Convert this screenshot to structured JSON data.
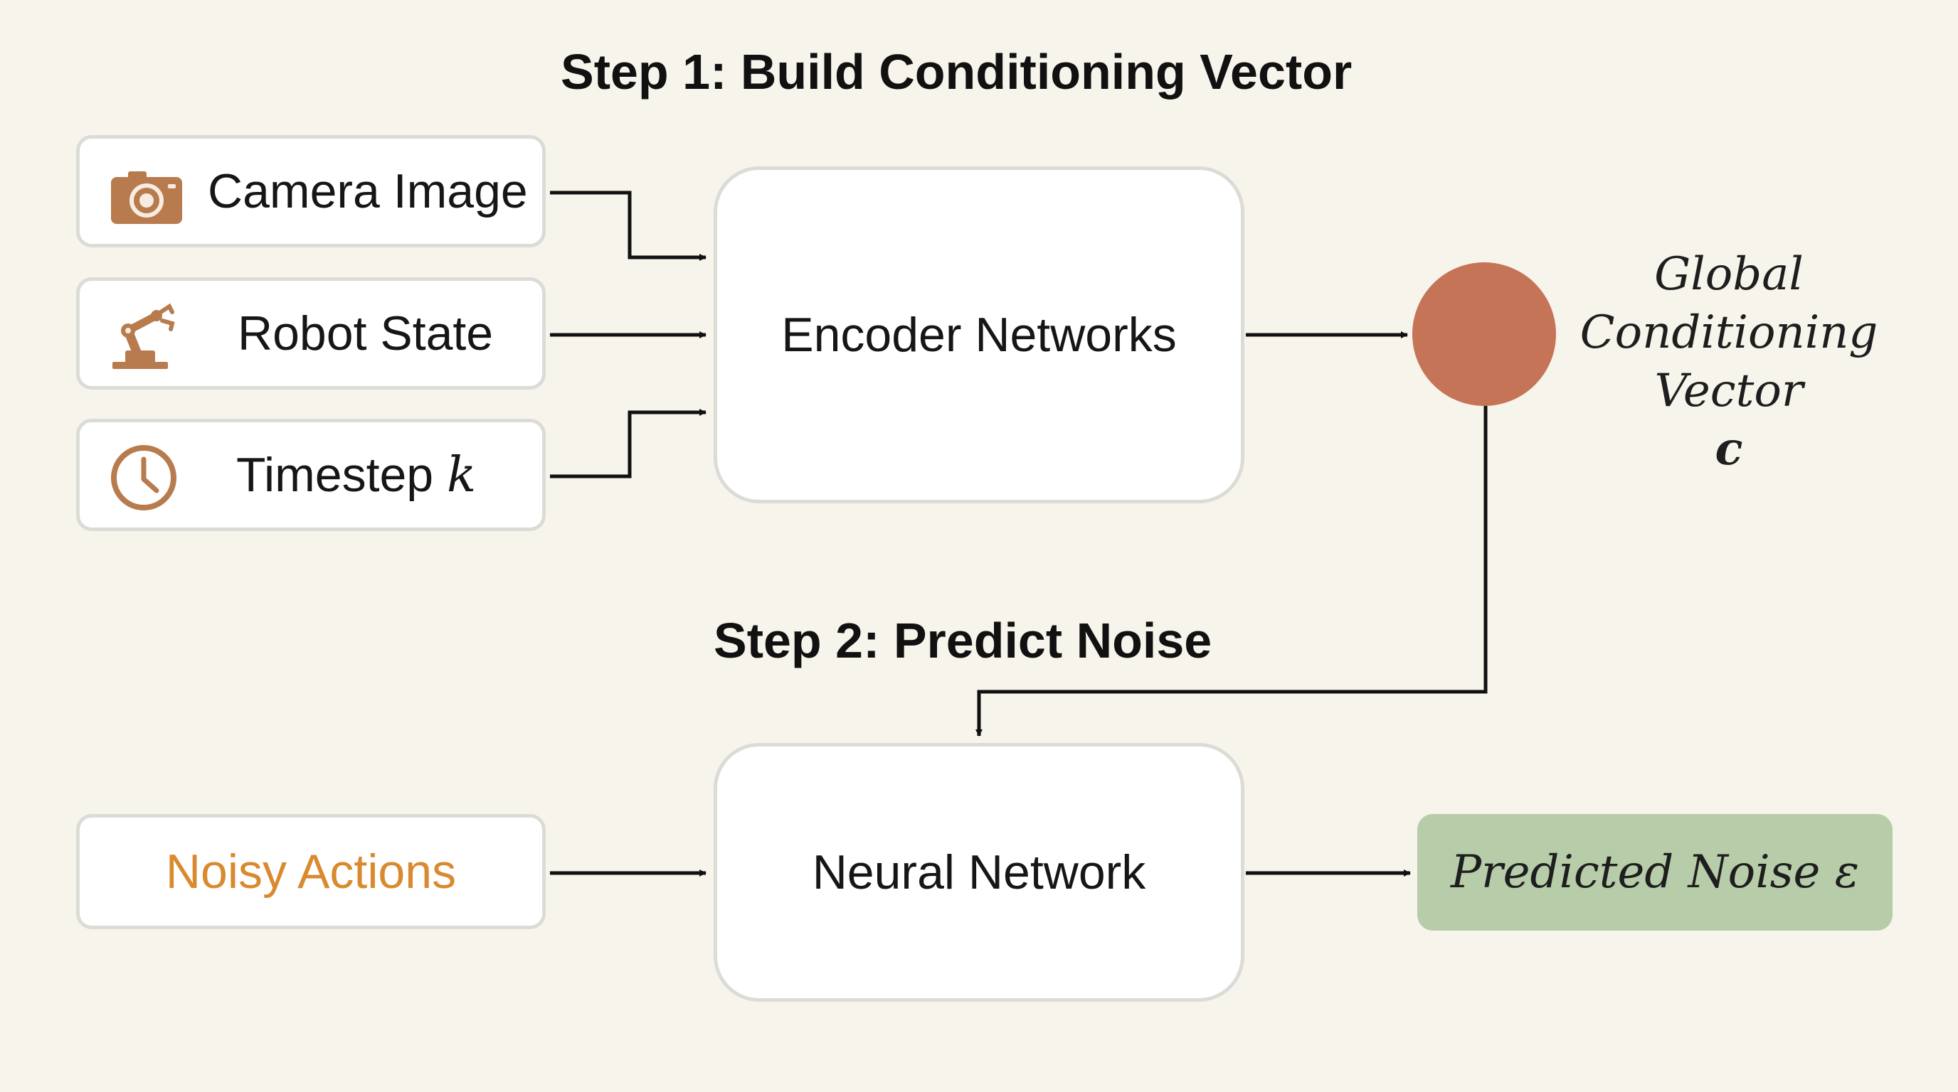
{
  "colors": {
    "background": "#f7f4eb",
    "icon_brown": "#b87b4d",
    "conditioning_dot": "#c67457",
    "noisy_actions_text": "#d9892e",
    "predicted_noise_fill": "#b7cca9",
    "arrow": "#111111"
  },
  "step1": {
    "heading": "Step 1: Build Conditioning Vector"
  },
  "step2": {
    "heading": "Step 2: Predict Noise"
  },
  "inputs": [
    {
      "label": "Camera Image",
      "icon": "camera-icon"
    },
    {
      "label": "Robot State",
      "icon": "robot-arm-icon"
    },
    {
      "label": "Timestep",
      "math": "k",
      "icon": "clock-icon"
    }
  ],
  "encoder": {
    "label": "Encoder Networks"
  },
  "conditioning": {
    "line1": "Global",
    "line2": "Conditioning",
    "line3": "Vector",
    "symbol": "c"
  },
  "noisy_actions": {
    "label": "Noisy Actions"
  },
  "neural_network": {
    "label": "Neural Network"
  },
  "predicted_noise": {
    "label": "Predicted Noise ε"
  }
}
